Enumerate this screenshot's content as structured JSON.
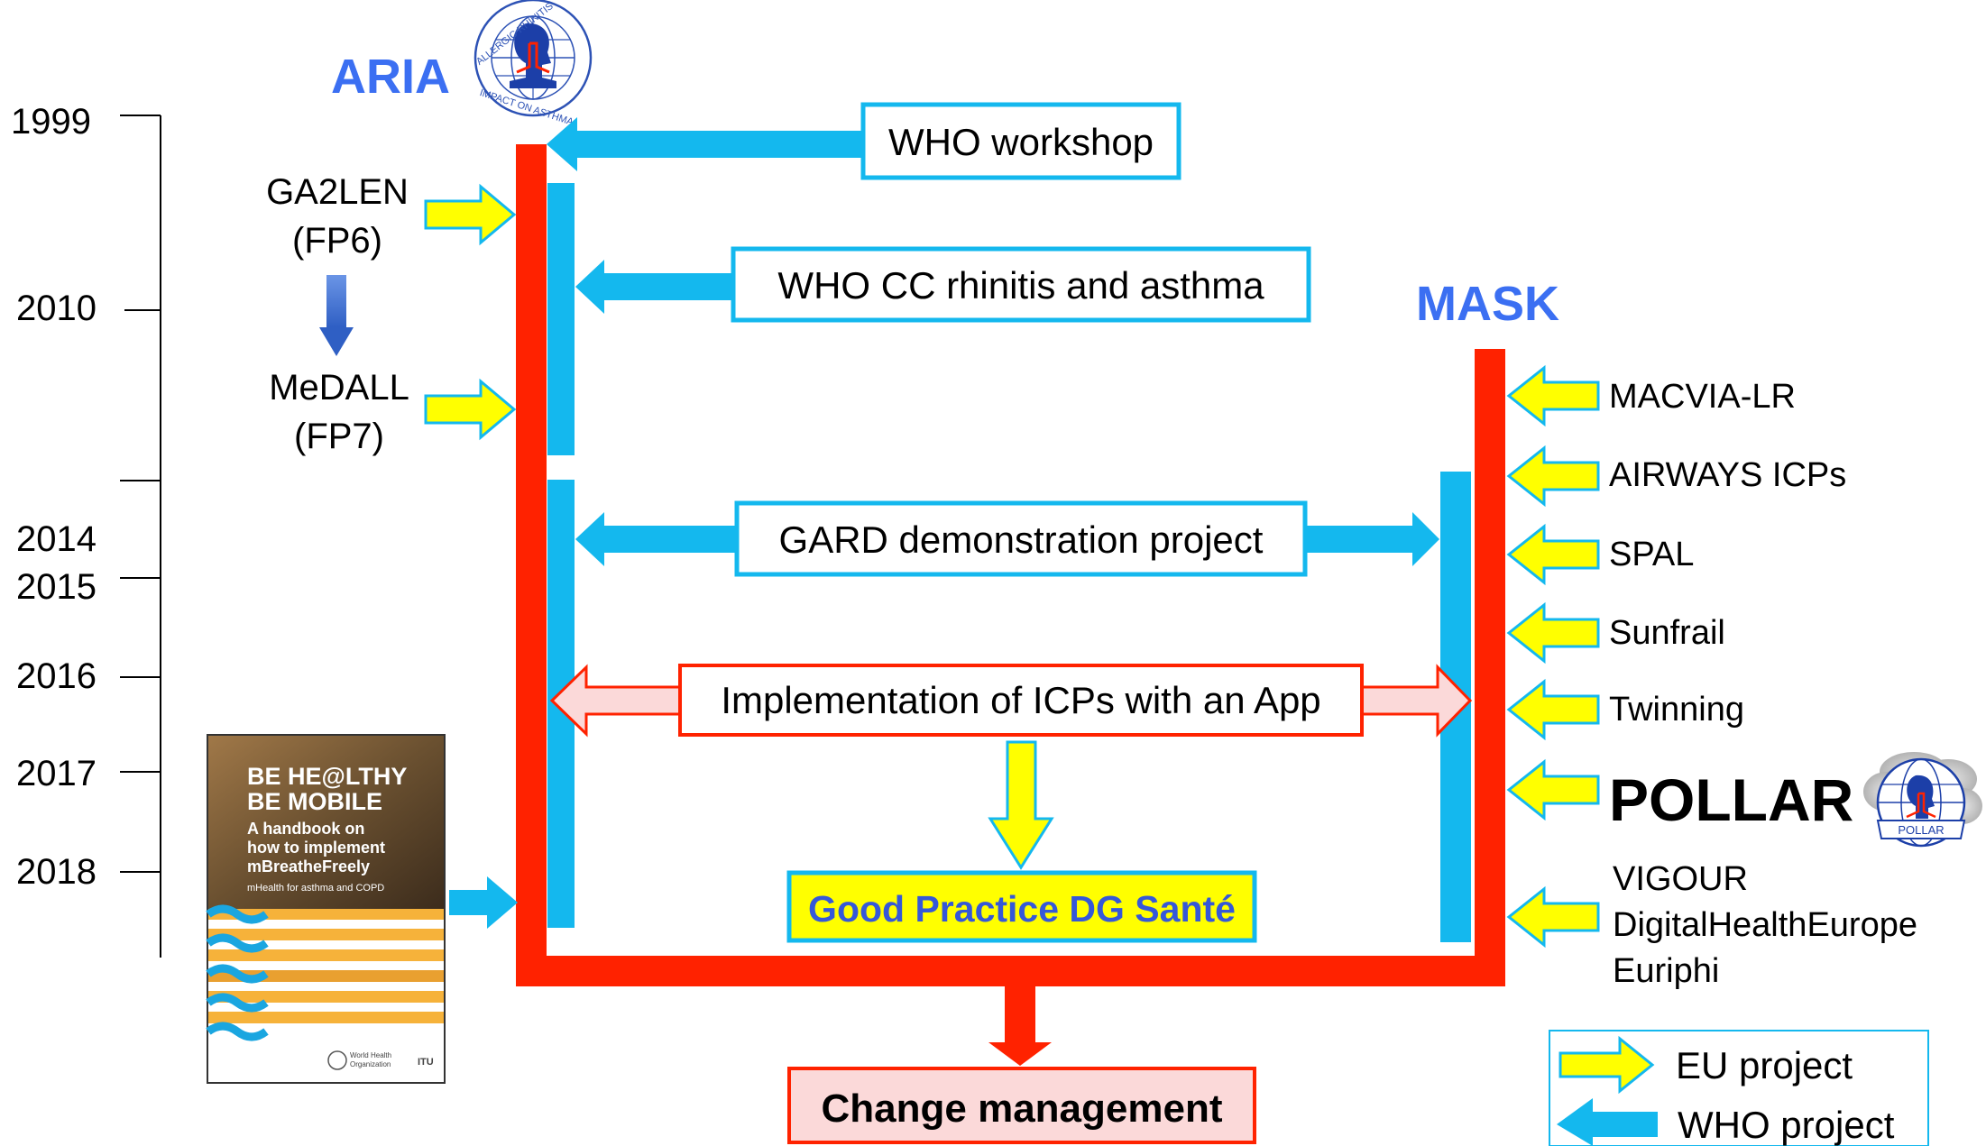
{
  "aria": {
    "title": "ARIA",
    "logo_text_top": "ALLERGIC RHINITIS",
    "logo_text_bottom": "IMPACT ON ASTHMA"
  },
  "mask": {
    "title": "MASK"
  },
  "timeline": [
    "1999",
    "2010",
    "2014",
    "2015",
    "2016",
    "2017",
    "2018"
  ],
  "left_projects": {
    "ga2len": [
      "GA2LEN",
      "(FP6)"
    ],
    "medall": [
      "MeDALL",
      "(FP7)"
    ]
  },
  "boxes": {
    "who_workshop": "WHO workshop",
    "who_cc": "WHO CC rhinitis and asthma",
    "gard": "GARD demonstration project",
    "icp_app": "Implementation of ICPs with an App",
    "good_practice": "Good Practice DG Santé",
    "change_management": "Change management"
  },
  "right_projects": [
    "MACVIA-LR",
    "AIRWAYS ICPs",
    "SPAL",
    "Sunfrail",
    "Twinning"
  ],
  "pollar": {
    "title": "POLLAR",
    "logo_text": "POLLAR"
  },
  "vigour": [
    "VIGOUR",
    "DigitalHealthEurope",
    "Euriphi"
  ],
  "handbook": {
    "line1": "BE HE@LTHY",
    "line2": "BE MOBILE",
    "subtitle": [
      "A handbook on",
      "how to implement",
      "mBreatheFreely"
    ],
    "small": "mHealth for asthma and COPD",
    "org1": "World Health",
    "org2": "Organization",
    "org3": "ITU"
  },
  "legend": {
    "eu": "EU project",
    "who": "WHO project"
  },
  "colors": {
    "aria_blue": "#3b6ff2",
    "red": "#ff2200",
    "cyan": "#14b8ee",
    "yellow": "#ffff00",
    "blue_arrow": "#4a7ad6",
    "pink": "#fbd9d9",
    "good_practice_text": "#3558d8"
  }
}
